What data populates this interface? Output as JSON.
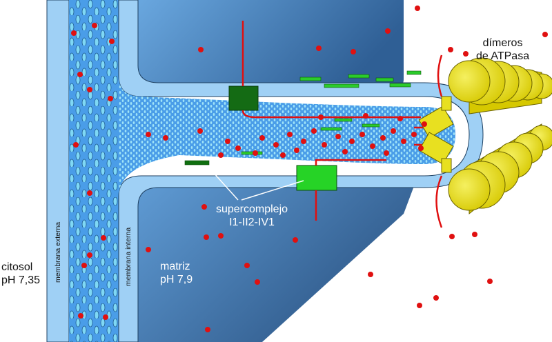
{
  "labels": {
    "atpase_line1": "dímeros",
    "atpase_line2": "de ATPasa",
    "supercomplex_line1": "supercomplejo",
    "supercomplex_line2": "I1-II2-IV1",
    "cytosol_line1": "citosol",
    "cytosol_line2": "pH 7,35",
    "matrix_line1": "matriz",
    "matrix_line2": "pH 7,9",
    "outer_membrane": "membrana externa",
    "inner_membrane": "membrana interna"
  },
  "colors": {
    "membrane": "#9fd0f5",
    "intermembrane": "#4a9de8",
    "matrix": "#3f7fc0",
    "proton": "#e01010",
    "complex": "#1a7a1a",
    "atpase": "#e8e020"
  }
}
